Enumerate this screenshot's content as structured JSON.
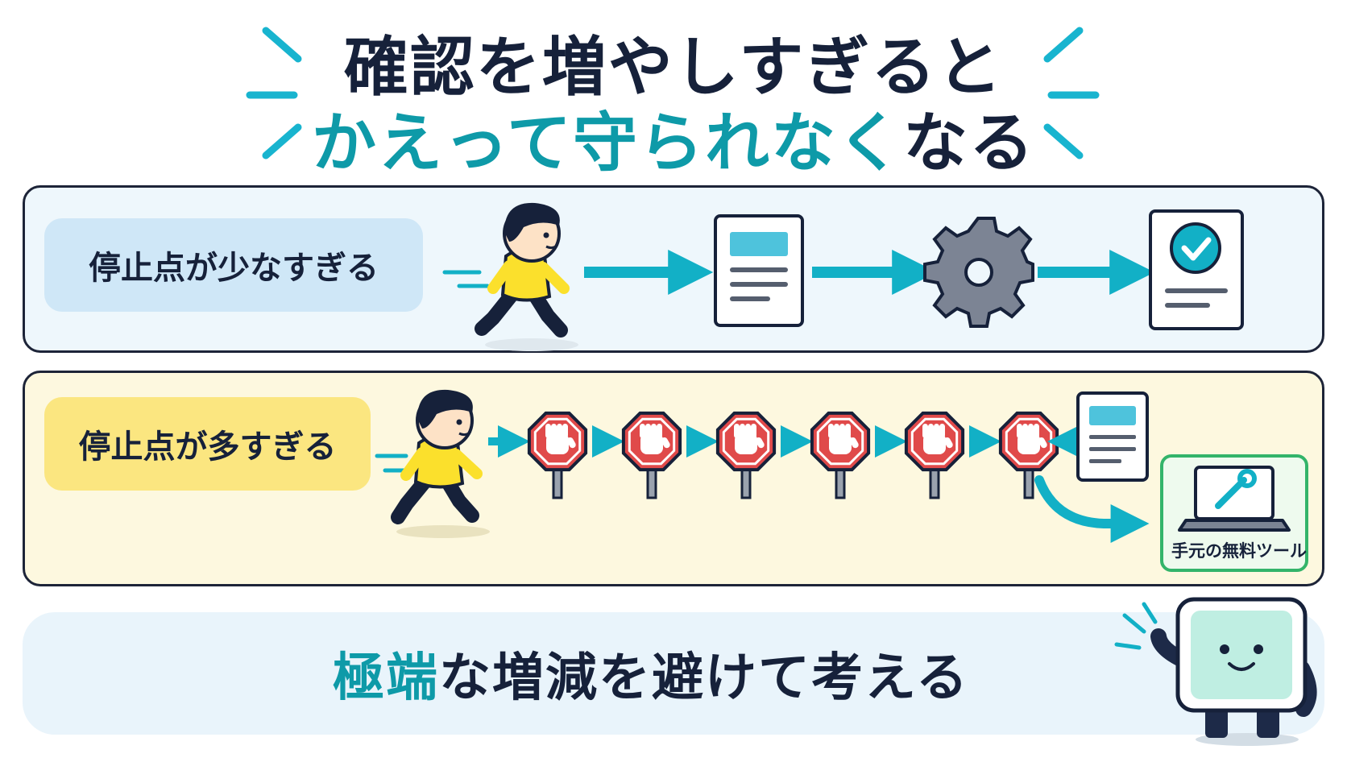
{
  "title": {
    "line1": "確認を増やしすぎると",
    "line2_teal": "かえって守られなく",
    "line2_dark": "なる"
  },
  "rows": [
    {
      "label": "停止点が少なすぎる"
    },
    {
      "label": "停止点が多すぎる"
    }
  ],
  "stop_sign_count": 6,
  "side_box_label": "手元の無料ツール",
  "conclusion": {
    "teal": "極端",
    "dark": "な増減を避けて考える"
  },
  "colors": {
    "teal": "#0e9aa8",
    "arrow": "#12b0c6",
    "stop_red": "#e04a4a",
    "ink": "#16213a",
    "row1_bg": "#eef7fc",
    "row2_bg": "#fdf8df",
    "row1_pill": "#cfe7f7",
    "row2_pill": "#fbe680",
    "tool_box": "#33b46a"
  },
  "icons": [
    "runner-icon",
    "document-icon",
    "gear-icon",
    "check-document-icon",
    "stop-sign-icon",
    "laptop-wrench-icon",
    "mascot-icon"
  ]
}
